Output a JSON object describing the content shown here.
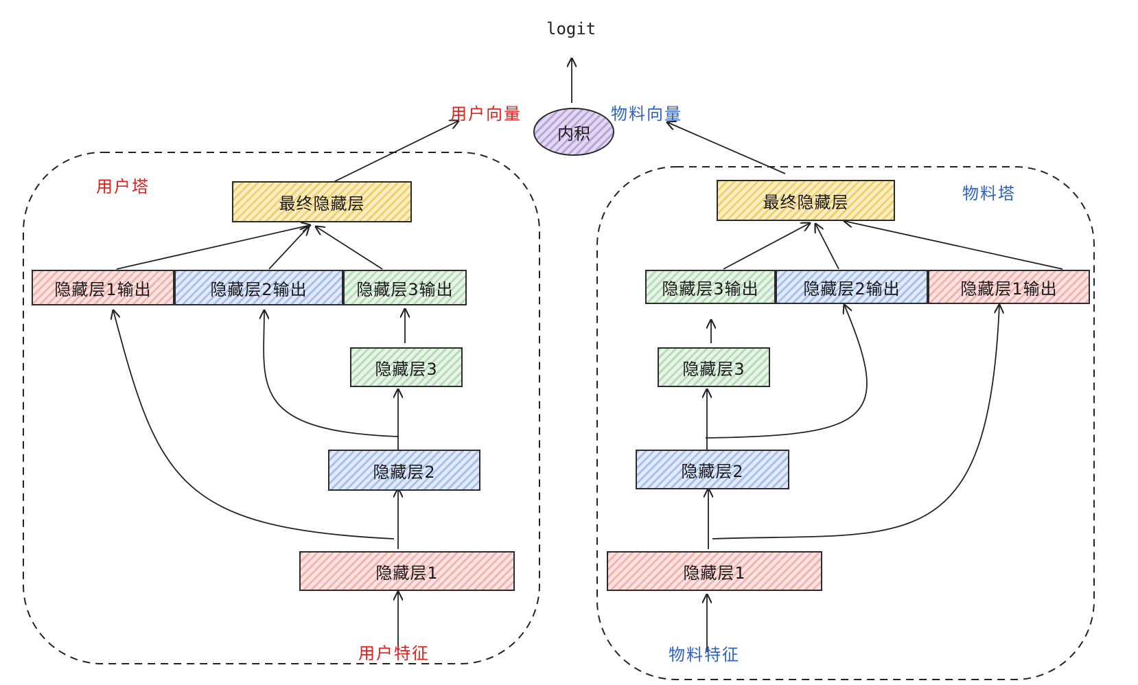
{
  "output": {
    "logit": "logit",
    "dot": "内积"
  },
  "vectors": {
    "user": "用户向量",
    "item": "物料向量"
  },
  "user_tower": {
    "title": "用户塔",
    "input": "用户特征",
    "hidden1": "隐藏层1",
    "hidden2": "隐藏层2",
    "hidden3": "隐藏层3",
    "out1": "隐藏层1输出",
    "out2": "隐藏层2输出",
    "out3": "隐藏层3输出",
    "final": "最终隐藏层"
  },
  "item_tower": {
    "title": "物料塔",
    "input": "物料特征",
    "hidden1": "隐藏层1",
    "hidden2": "隐藏层2",
    "hidden3": "隐藏层3",
    "out1": "隐藏层1输出",
    "out2": "隐藏层2输出",
    "out3": "隐藏层3输出",
    "final": "最终隐藏层"
  },
  "colors": {
    "red": "#e0201c",
    "blue": "#2d62c8",
    "layer1": "#f3b3b0",
    "layer2": "#a9c0ee",
    "layer3": "#b7dcb8",
    "final": "#f2cf6e",
    "dot": "#b9a4dc"
  }
}
